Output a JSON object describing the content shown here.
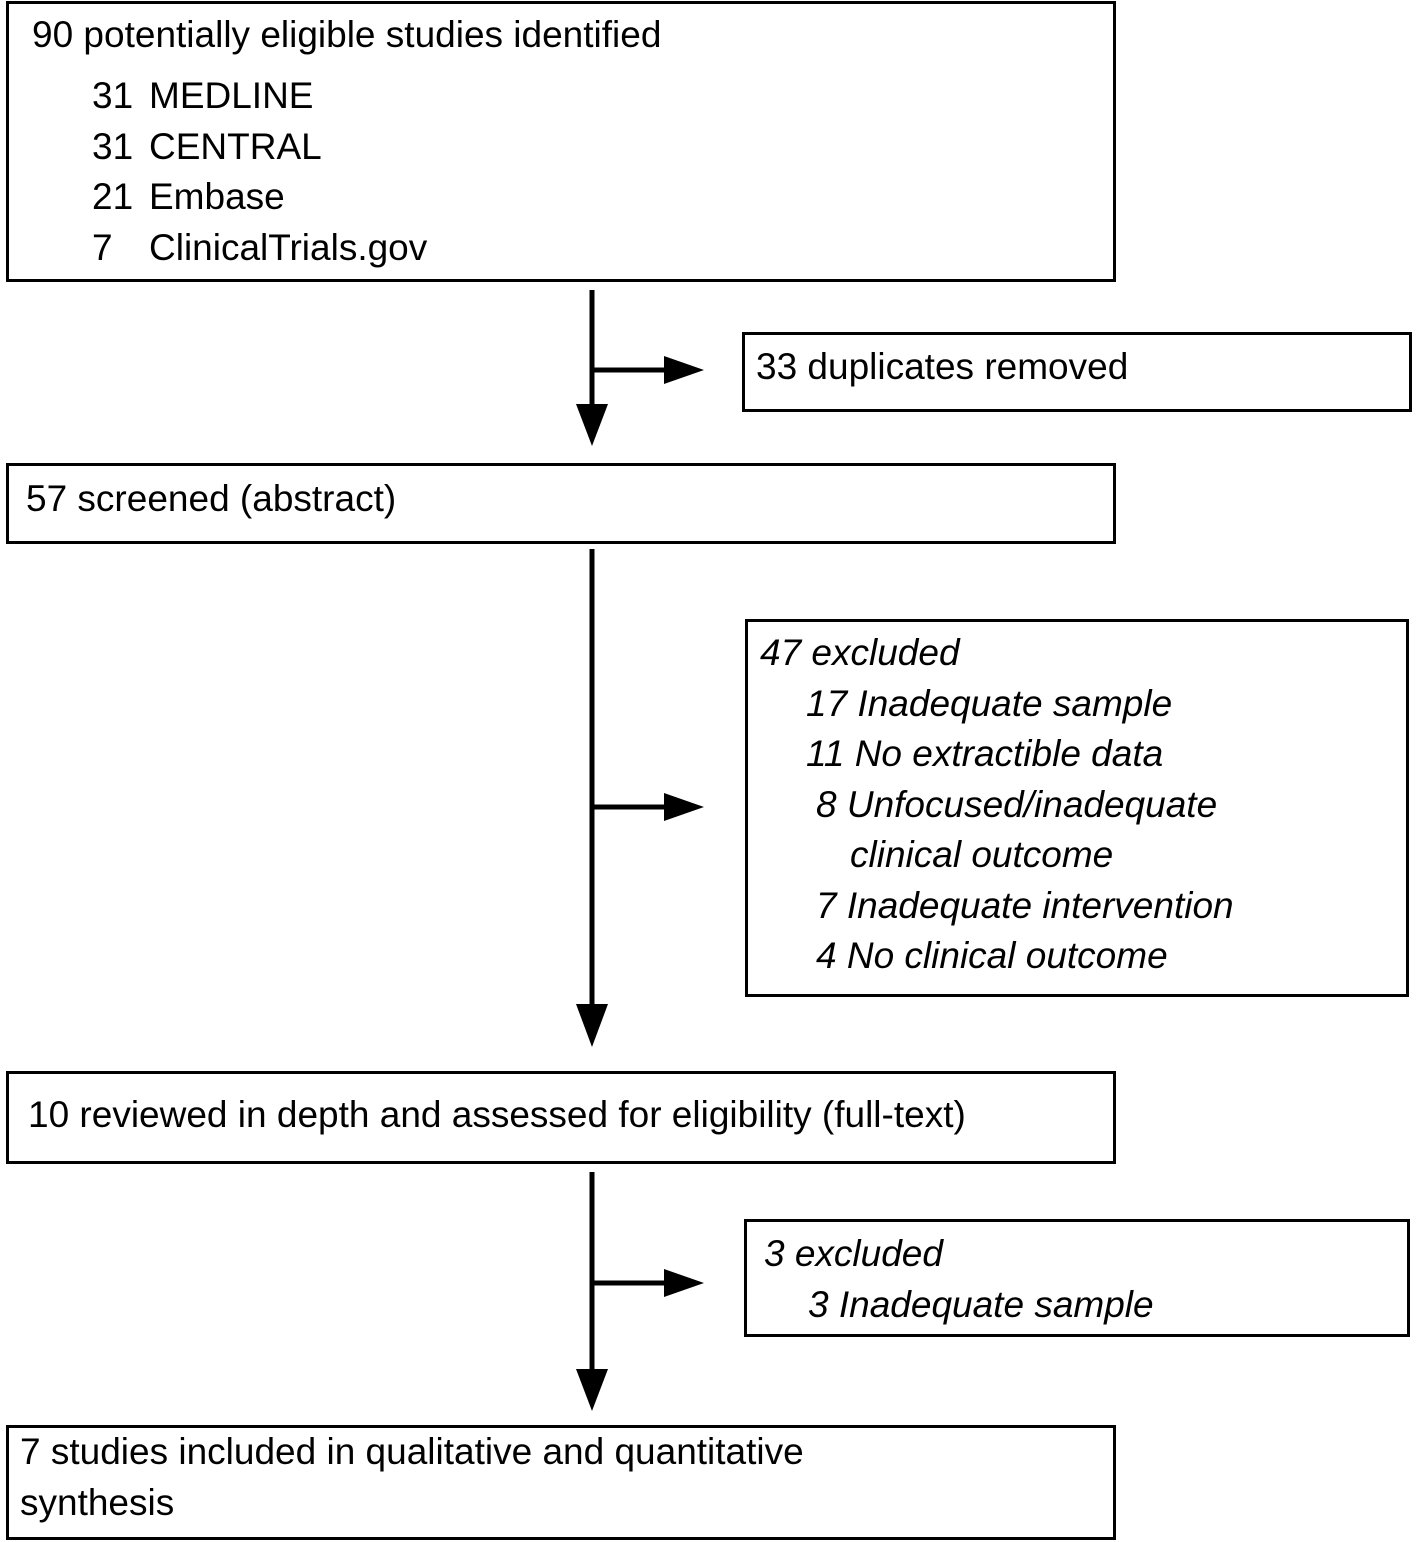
{
  "identified": {
    "title": "90 potentially eligible studies identified",
    "sources": [
      {
        "count": "31",
        "name": "MEDLINE"
      },
      {
        "count": "31",
        "name": "CENTRAL"
      },
      {
        "count": "21",
        "name": "Embase"
      },
      {
        "count": "7",
        "name": "ClinicalTrials.gov"
      }
    ]
  },
  "duplicates": {
    "text": "33 duplicates removed"
  },
  "screened": {
    "text": "57 screened (abstract)"
  },
  "excluded_abstract": {
    "title": "47 excluded",
    "reasons": [
      "17 Inadequate sample",
      "11 No extractible data",
      "8 Unfocused/inadequate",
      "clinical outcome",
      "7 Inadequate intervention",
      "4 No clinical outcome"
    ]
  },
  "fulltext": {
    "text": "10 reviewed in depth and assessed for eligibility (full-text)"
  },
  "excluded_fulltext": {
    "title": "3 excluded",
    "reasons": [
      "3 Inadequate sample"
    ]
  },
  "included": {
    "lines": [
      "7 studies included in qualitative and quantitative",
      "synthesis"
    ]
  }
}
